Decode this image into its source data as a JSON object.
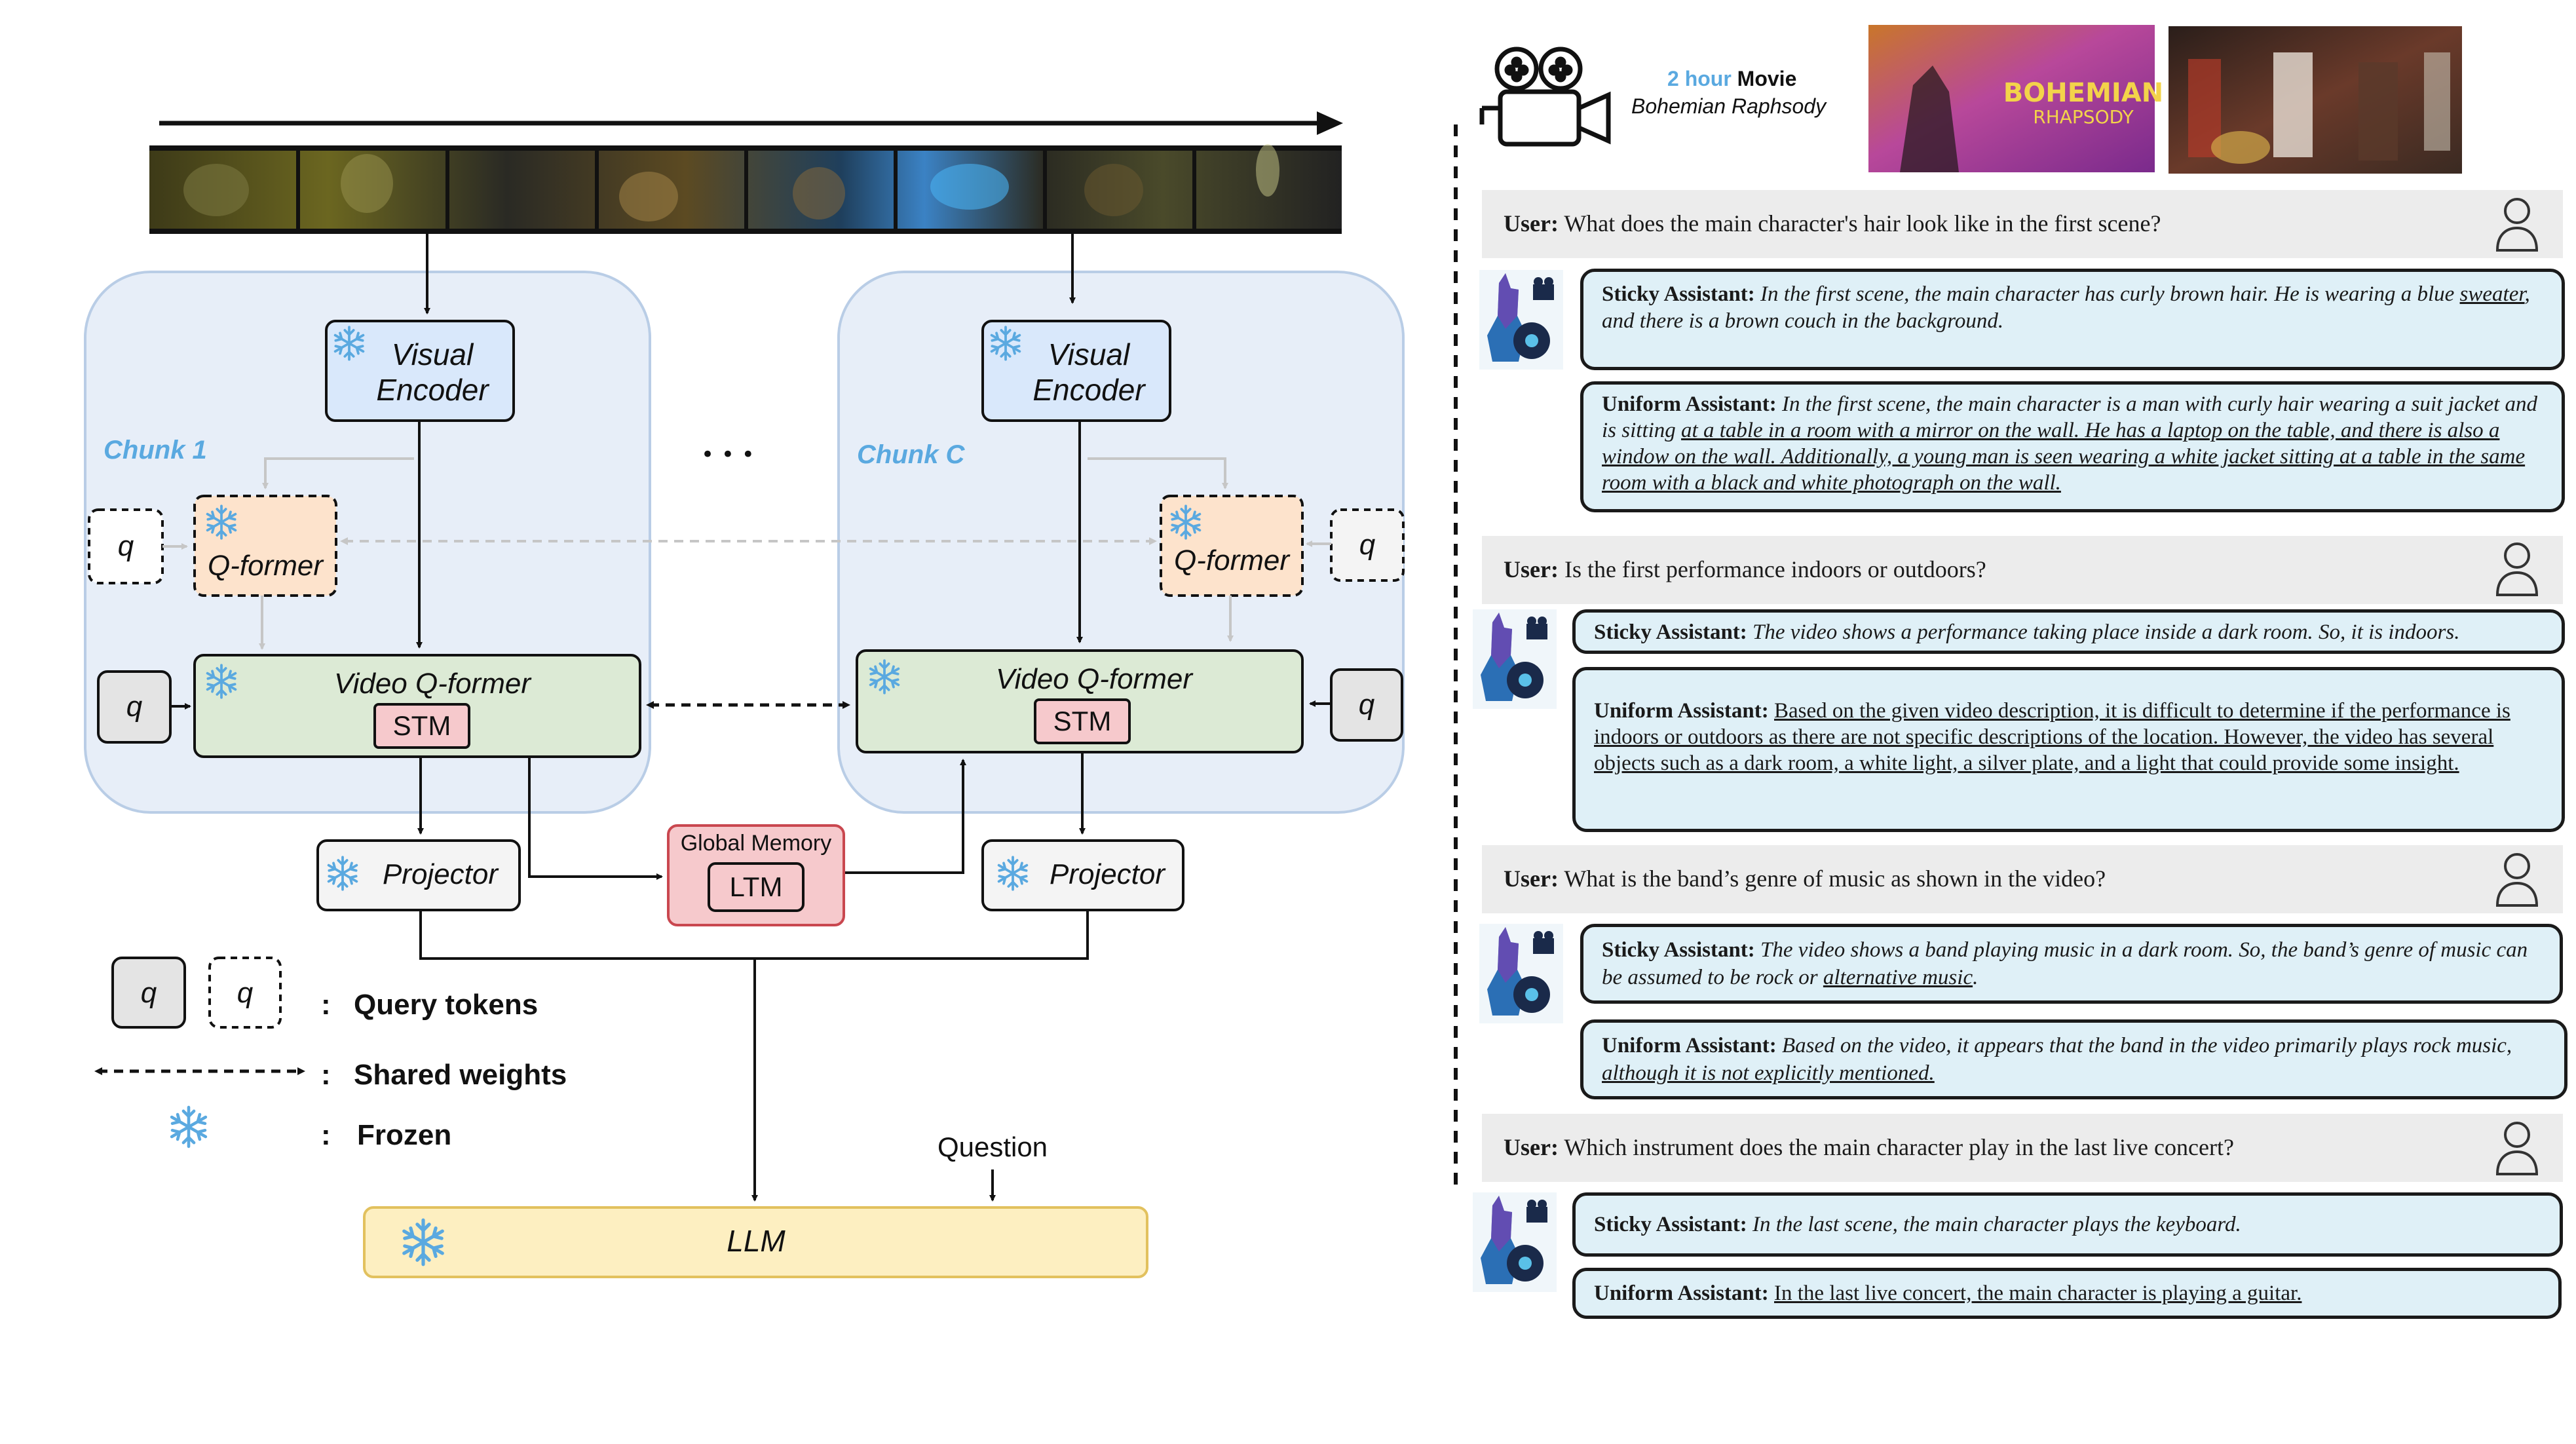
{
  "diagram": {
    "chunk1_label": "Chunk 1",
    "chunkC_label": "Chunk C",
    "ellipsis": "• • •",
    "visual_encoder_line1": "Visual",
    "visual_encoder_line2": "Encoder",
    "qformer": "Q-former",
    "video_qformer": "Video Q-former",
    "stm": "STM",
    "query_token": "q",
    "projector": "Projector",
    "global_memory": "Global Memory",
    "ltm": "LTM",
    "question": "Question",
    "llm": "LLM",
    "legend": {
      "query_tokens": "Query tokens",
      "shared_weights": "Shared weights",
      "frozen": "Frozen",
      "colon": ":"
    }
  },
  "movie": {
    "duration": "2 hour",
    "kind": "Movie",
    "title": "Bohemian Raphsody",
    "poster_line1": "BOHEMIAN",
    "poster_line2": "RHAPSODY"
  },
  "conversation": [
    {
      "user_label": "User:",
      "user_text": "What does the main character's hair look like in the first scene?",
      "sticky_label": "Sticky Assistant:",
      "sticky_text": "In the first scene, the main character has curly brown hair. He is wearing a blue",
      "sticky_text_underlined": "sweater",
      "sticky_text_tail": ", and there is a brown couch in the background.",
      "uniform_label": "Uniform Assistant:",
      "uniform_text": "In the first scene, the main character is a man with curly hair wearing a suit jacket and is sitting",
      "uniform_text_underlined": "at a table in a room with a mirror on the wall. He has a laptop on the table, and there is also a window on the wall. Additionally, a young man is seen wearing a white jacket sitting at a table in the same room with a black and white photograph on the wall."
    },
    {
      "user_label": "User:",
      "user_text": "Is the first performance indoors or outdoors?",
      "sticky_label": "Sticky Assistant:",
      "sticky_text": "The video shows a performance taking place inside a dark room. So, it is indoors.",
      "uniform_label": "Uniform Assistant:",
      "uniform_text_underlined": "Based on the given video description, it is difficult to determine if the performance is indoors or outdoors as there are not specific descriptions of the location. However, the video has several objects such as a dark room, a white light, a silver plate, and a light that could provide some insight."
    },
    {
      "user_label": "User:",
      "user_text": "What is the band’s genre of music as shown in the video?",
      "sticky_label": "Sticky Assistant:",
      "sticky_text": "The video shows a band playing music in a dark room. So, the band’s genre of music can be assumed to be rock or",
      "sticky_text_underlined": "alternative music",
      "sticky_text_tail": ".",
      "uniform_label": "Uniform Assistant:",
      "uniform_text": "Based on the video, it appears that the band in the video primarily plays rock music,",
      "uniform_text_underlined": "although it is not explicitly mentioned."
    },
    {
      "user_label": "User:",
      "user_text": "Which instrument does the main character play in the last live concert?",
      "sticky_label": "Sticky Assistant:",
      "sticky_text": "In the last scene, the main character plays the keyboard.",
      "uniform_label": "Uniform Assistant:",
      "uniform_text_underlined": "In the last live concert, the main character is playing a guitar."
    }
  ],
  "colors": {
    "chunk_bg": "#e7eef8",
    "chunk_border": "#b9cde6",
    "chunk_label": "#5aa9e0",
    "encoder_fill": "#d9e8fb",
    "qformer_fill": "#fde3cc",
    "video_qformer_fill": "#dcead5",
    "stm_fill": "#f6c9cc",
    "memory_fill": "#f6c9cc",
    "memory_border": "#c9474f",
    "llm_fill": "#fdefc1",
    "llm_border": "#e2c15e",
    "assistant_fill": "#dff0f7",
    "user_fill": "#ececec",
    "snowflake": "#5aa9e0"
  },
  "icons": [
    "snowflake-icon",
    "movie-camera-icon",
    "llama-avatar-icon",
    "user-icon"
  ]
}
